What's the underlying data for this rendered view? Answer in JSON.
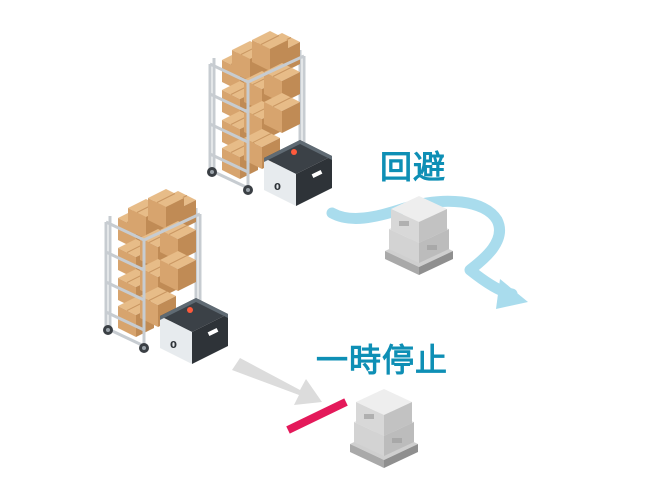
{
  "labels": {
    "avoid": "回避",
    "stop": "一時停止"
  },
  "colors": {
    "label_text": "#0e8fb5",
    "avoid_arrow": "#a9dced",
    "stop_arrow": "#dcdcdc",
    "stop_line": "#e4195a",
    "cardboard": "#d7a46e",
    "pallet_box": "#d9d9d9",
    "robot_body": "#2e3338",
    "robot_panel": "#e7ebee",
    "cart_frame": "#c7ccd1",
    "indicator_light": "#ff5a3c"
  },
  "icons": {
    "cart_robot_top": "autonomous-mobile-robot-with-cart",
    "cart_robot_bottom": "autonomous-mobile-robot-with-cart",
    "obstacle_top": "palletized-boxes",
    "obstacle_bottom": "palletized-boxes"
  }
}
